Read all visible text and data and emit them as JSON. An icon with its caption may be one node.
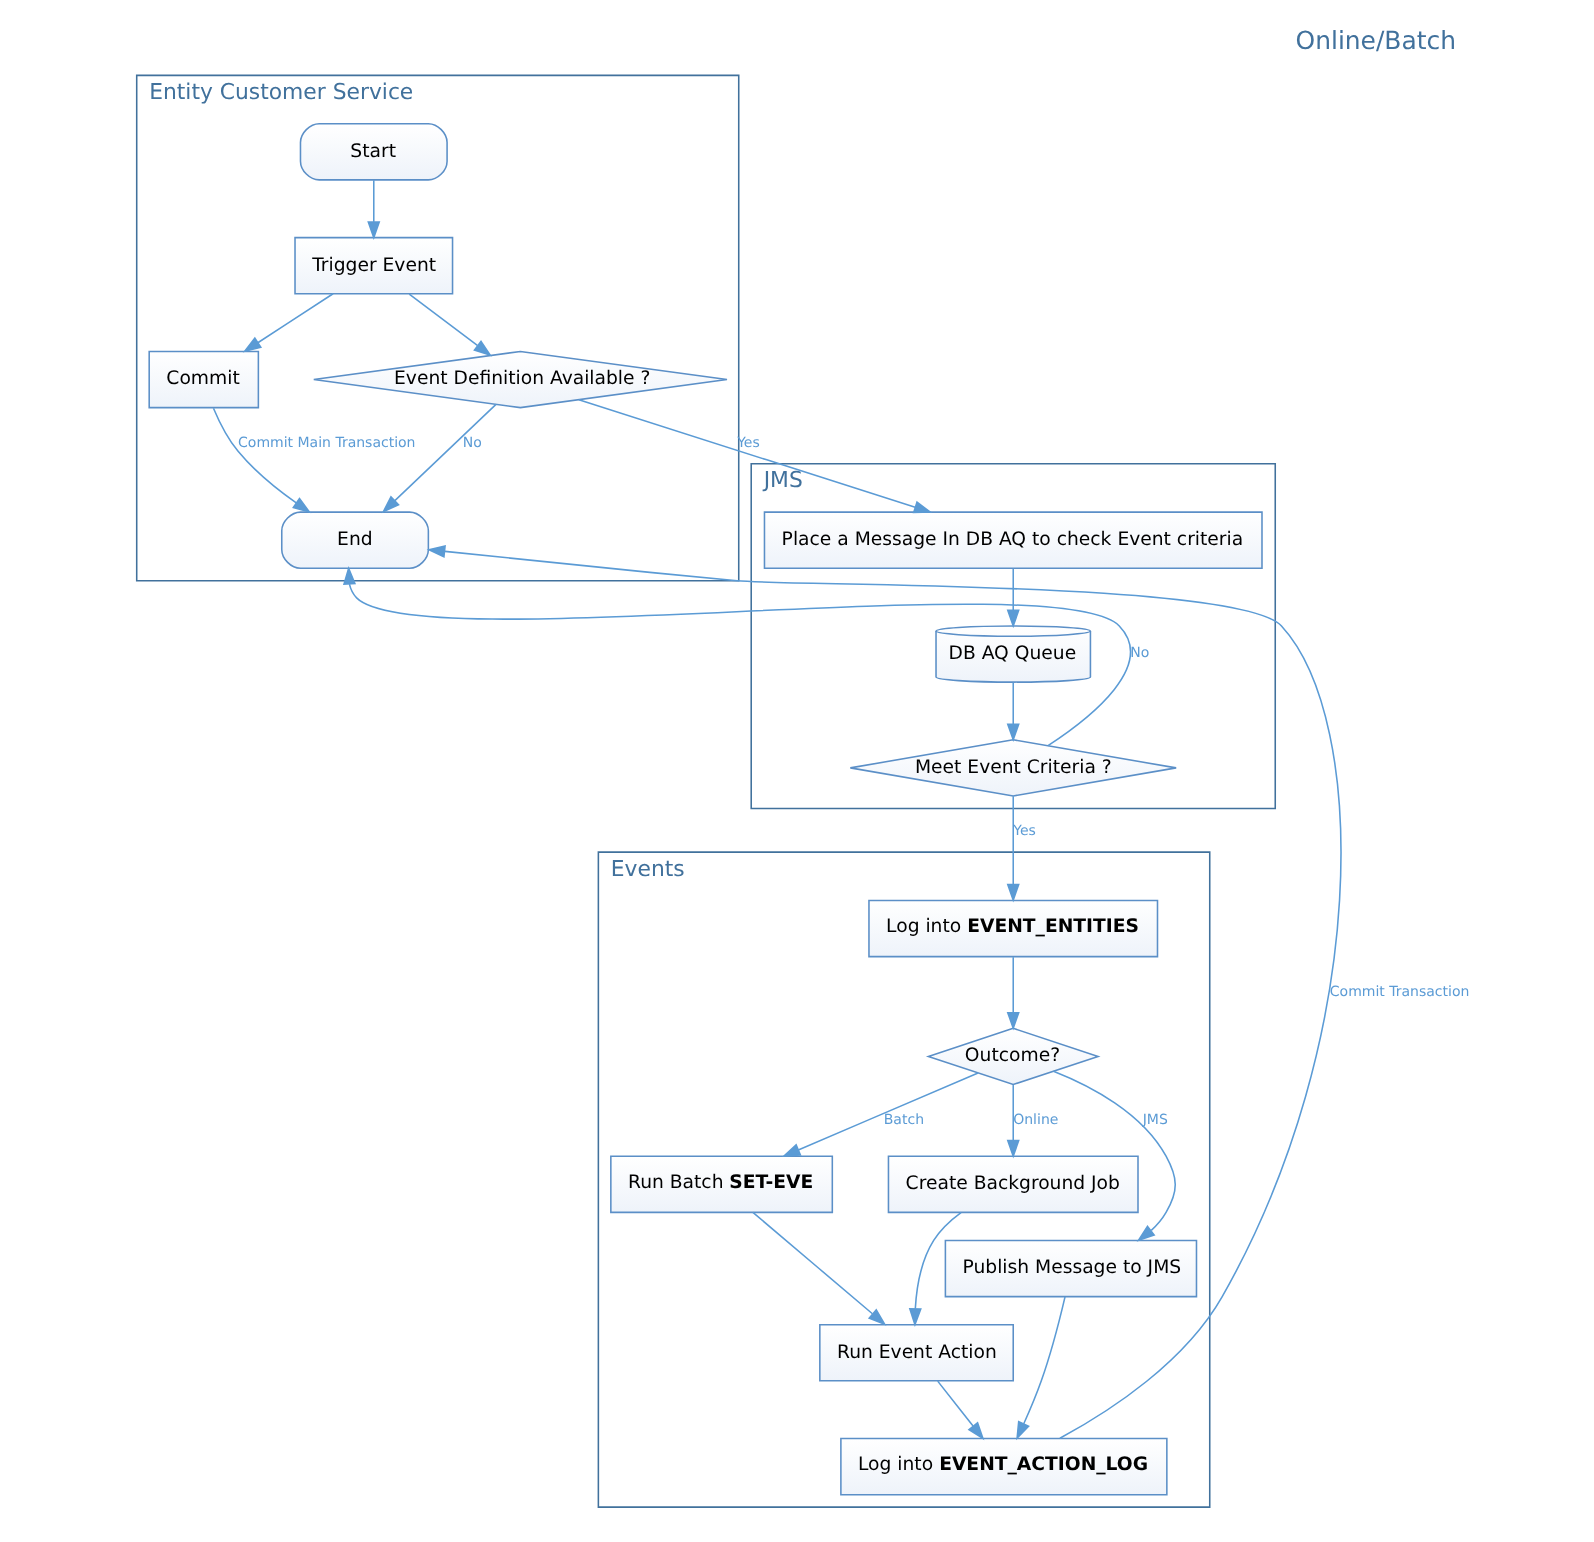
{
  "diagram": {
    "title": "Online/Batch",
    "nodes": [
      {
        "text": [
          "Entity Customer Service"
        ]
      },
      {
        "text": [
          "Start"
        ],
        "in": 0
      },
      {
        "text": [
          "Trigger Event"
        ],
        "in": 0
      },
      {
        "text": [
          "Commit"
        ],
        "in": 0
      },
      {
        "text": [
          "Event Definition Available ?"
        ],
        "in": 0
      },
      {
        "text": [
          "End"
        ],
        "in": 0
      },
      {
        "text": [
          "JMS"
        ]
      },
      {
        "text": [
          "Place a Message In DB AQ to check Event criteria"
        ],
        "in": 6
      },
      {
        "text": [
          "DB AQ Queue"
        ],
        "in": 6
      },
      {
        "text": [
          "Meet Event Criteria ?"
        ],
        "in": 6
      },
      {
        "text": [
          "Events"
        ]
      },
      {
        "text": [
          "Log into **EVENT_ENTITIES**"
        ],
        "in": 10
      },
      {
        "text": [
          "Run Batch **SET-EVE**"
        ],
        "in": 10
      },
      {
        "text": [
          "Run Event Action"
        ],
        "in": 10
      },
      {
        "text": [
          "Log into **EVENT_ACTION_LOG**"
        ],
        "in": 10
      },
      {
        "text": [
          "Outcome?"
        ],
        "in": 10
      },
      {
        "text": [
          "Create Background Job"
        ],
        "in": 10
      },
      {
        "text": [
          "Publish Message to JMS"
        ],
        "in": 10
      }
    ],
    "edges": [
      {
        "from": 1,
        "to": 2,
        "arrow": "to"
      },
      {
        "from": 2,
        "to": 3,
        "arrow": "to"
      },
      {
        "from": 2,
        "to": 4,
        "arrow": "to"
      },
      {
        "from": 3,
        "to": 5,
        "arrow": "to",
        "label": "Commit Main Transaction"
      },
      {
        "from": 4,
        "to": 5,
        "arrow": "to",
        "label": "No"
      },
      {
        "from": 4,
        "to": 7,
        "arrow": "to",
        "label": "Yes"
      },
      {
        "from": 7,
        "to": 8,
        "arrow": "to"
      },
      {
        "from": 8,
        "to": 9,
        "arrow": "to"
      },
      {
        "from": 9,
        "to": 5,
        "arrow": "to",
        "label": "No"
      },
      {
        "from": 9,
        "to": 11,
        "arrow": "to",
        "label": "Yes"
      },
      {
        "from": 11,
        "to": 15,
        "arrow": "to"
      },
      {
        "from": 15,
        "to": 12,
        "arrow": "to",
        "label": "Batch"
      },
      {
        "from": 15,
        "to": 16,
        "arrow": "to",
        "label": "Online"
      },
      {
        "from": 15,
        "to": 17,
        "arrow": "to",
        "label": "JMS"
      },
      {
        "from": 12,
        "to": 13,
        "arrow": "to"
      },
      {
        "from": 16,
        "to": 13,
        "arrow": "to"
      },
      {
        "from": 13,
        "to": 14,
        "arrow": "to"
      },
      {
        "from": 17,
        "to": 14,
        "arrow": "to"
      },
      {
        "from": 14,
        "to": 5,
        "arrow": "to",
        "label": "Commit Transaction"
      }
    ]
  }
}
